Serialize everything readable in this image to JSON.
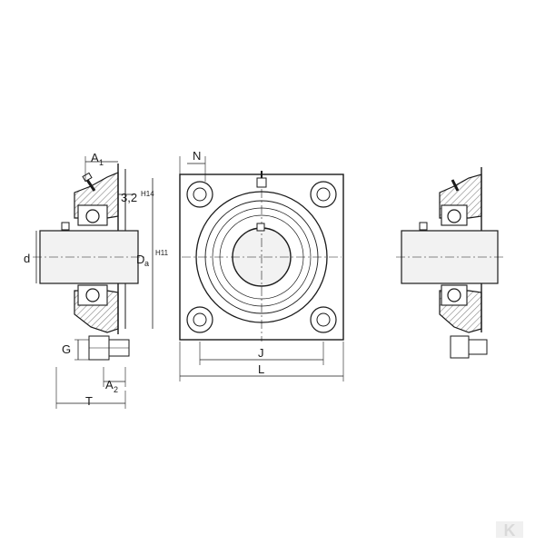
{
  "labels": {
    "a1": "A",
    "a1_sub": "1",
    "n": "N",
    "bore": "3,2",
    "bore_sup": "H14",
    "d": "d",
    "da": "D",
    "da_sub": "a",
    "da_sup": "H11",
    "g": "G",
    "a2": "A",
    "a2_sub": "2",
    "t": "T",
    "j": "J",
    "l": "L"
  },
  "logo": {
    "text": "K",
    "color": "#d9d9d9"
  },
  "colors": {
    "line": "#1a1a1a",
    "hatch": "#8c8c8c",
    "shaft": "#f2f2f2",
    "body": "#ffffff"
  }
}
